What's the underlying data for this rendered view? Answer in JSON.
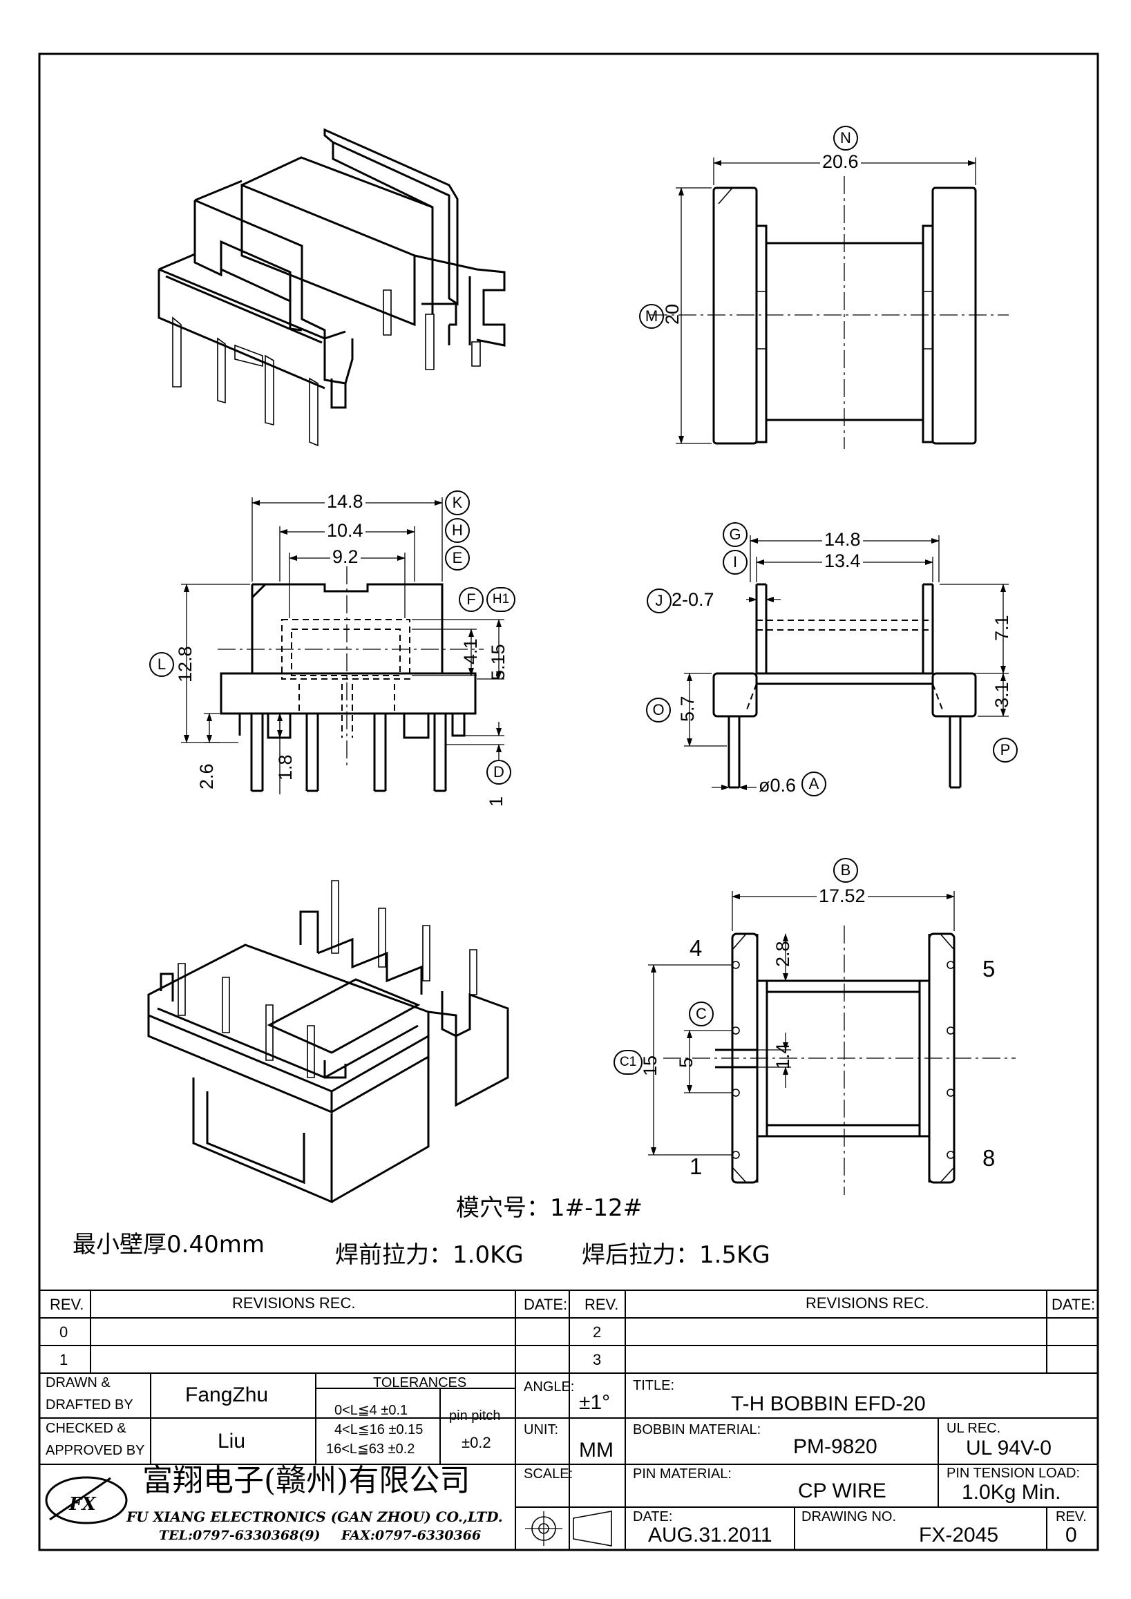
{
  "balloons": {
    "n": "N",
    "m": "M",
    "k": "K",
    "h": "H",
    "e": "E",
    "f": "F",
    "h1": "H1",
    "l": "L",
    "d": "D",
    "g": "G",
    "i": "I",
    "j": "J",
    "o": "O",
    "p": "P",
    "a": "A",
    "b": "B",
    "c": "C",
    "c1": "C1"
  },
  "dims": {
    "n": "20.6",
    "m": "20",
    "k": "14.8",
    "h": "10.4",
    "e": "9.2",
    "l": "12.8",
    "f": "4.1",
    "h1": "5.15",
    "pin_len": "2.6",
    "pin_gap": "1.8",
    "d": "1",
    "g": "14.8",
    "i": "13.4",
    "j": "2-0.7",
    "p_upper": "7.1",
    "o": "5.7",
    "p": "3.1",
    "a": "ø0.6",
    "b": "17.52",
    "c1": "15",
    "c": "5",
    "slot": "1.4",
    "gap": "2.8"
  },
  "pins": {
    "p1": "1",
    "p4": "4",
    "p5": "5",
    "p8": "8"
  },
  "notes": {
    "cavity": "模穴号：1#-12#",
    "min_wall": "最小壁厚0.40mm",
    "pull_before": "焊前拉力：1.0KG",
    "pull_after": "焊后拉力：1.5KG"
  },
  "revisions": {
    "rev_label": "REV.",
    "revisions_label": "REVISIONS    REC.",
    "date_label": "DATE:",
    "rows_left": [
      "0",
      "1"
    ],
    "rows_right": [
      "2",
      "3"
    ]
  },
  "titleblock": {
    "drawn_label": "DRAWN  &",
    "drafted_label": "DRAFTED  BY",
    "drawn_by": "FangZhu",
    "checked_label": "CHECKED  &",
    "approved_label": "APPROVED  BY",
    "checked_by": "Liu",
    "tolerances_label": "TOLERANCES",
    "tol_rows": [
      "0<L≦4    ±0.1",
      "4<L≦16  ±0.15",
      "16<L≦63  ±0.2"
    ],
    "pin_pitch_label": "pin  pitch",
    "pin_pitch": "±0.2",
    "angle_label": "ANGLE:",
    "angle": "±1°",
    "unit_label": "UNIT:",
    "unit": "MM",
    "scale_label": "SCALE:",
    "title_label": "TITLE:",
    "title": "T-H  BOBBIN  EFD-20",
    "bobbin_label": "BOBBIN  MATERIAL:",
    "bobbin": "PM-9820",
    "ul_label": "UL  REC.",
    "ul": "UL  94V-0",
    "pin_mat_label": "PIN  MATERIAL:",
    "pin_mat": "CP  WIRE",
    "tension_label": "PIN  TENSION  LOAD:",
    "tension": "1.0Kg  Min.",
    "date_label": "DATE:",
    "date": "AUG.31.2011",
    "drawing_label": "DRAWING  NO.",
    "drawing": "FX-2045",
    "rev_label": "REV.",
    "rev": "0",
    "company_cn": "富翔电子(赣州)有限公司",
    "company_en": "FU  XIANG  ELECTRONICS  (GAN  ZHOU)  CO.,LTD.",
    "tel": "TEL:0797-6330368(9)",
    "fax": "FAX:0797-6330366",
    "logo": "FX"
  }
}
